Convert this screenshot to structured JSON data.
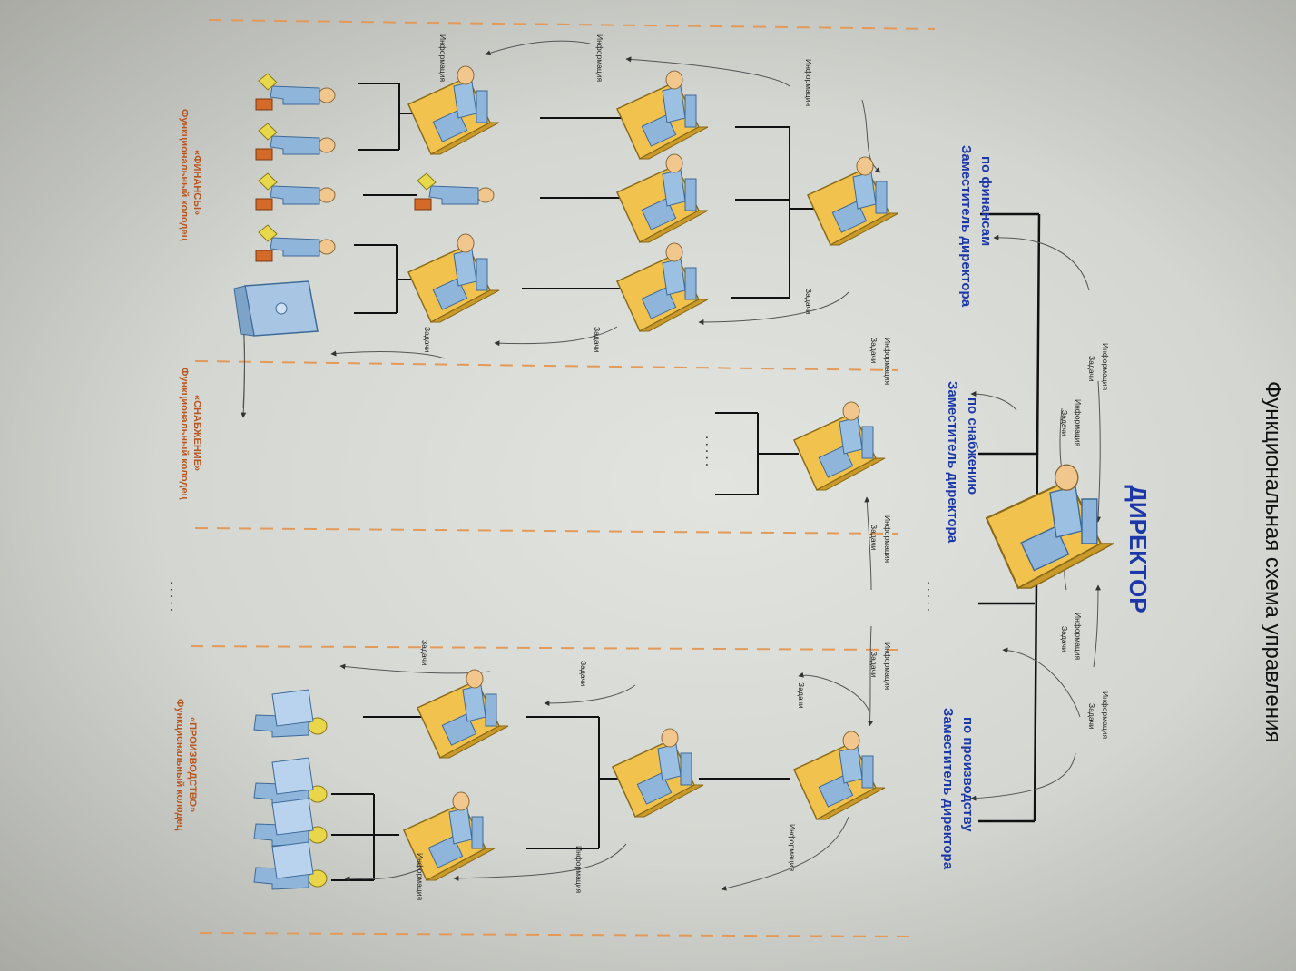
{
  "title": "Функциональная схема управления",
  "director": "ДИРЕКТОР",
  "deputies": [
    {
      "id": "finance",
      "line1": "Заместитель директора",
      "line2": "по финансам"
    },
    {
      "id": "supply",
      "line1": "Заместитель директора",
      "line2": "по снабжению"
    },
    {
      "id": "production",
      "line1": "Заместитель директора",
      "line2": "по производству"
    }
  ],
  "wells": [
    {
      "id": "finance",
      "line1": "Функциональный колодец",
      "line2": "«ФИНАНСЫ»"
    },
    {
      "id": "supply",
      "line1": "Функциональный колодец",
      "line2": "«СНАБЖЕНИЕ»"
    },
    {
      "id": "production",
      "line1": "Функциональный колодец",
      "line2": "«ПРОИЗВОДСТВО»"
    }
  ],
  "flow_labels": {
    "info": "Информация",
    "tasks": "Задачи"
  },
  "ellipsis": ".....",
  "colors": {
    "deputy_text": "#1c38a8",
    "well_text": "#b8551e",
    "dashed_divider": "#e39a58",
    "lines": "#111111",
    "worker": "#8fb5db",
    "desk": "#f1c24e"
  }
}
